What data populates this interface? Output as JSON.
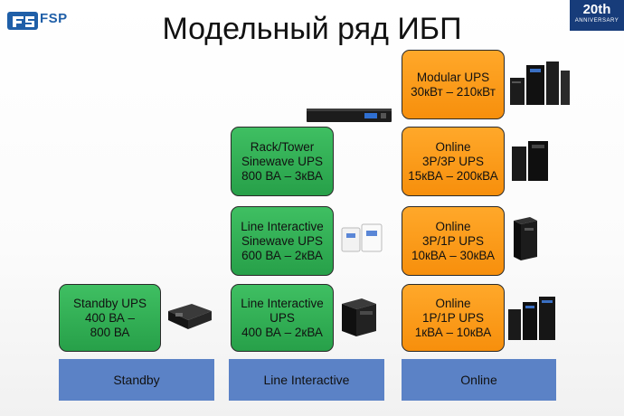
{
  "header": {
    "logo_text": "FSP",
    "anniversary_number": "20th",
    "anniversary_word": "ANNIVERSARY",
    "title": "Модельный ряд ИБП"
  },
  "boxes": {
    "standby_ups": "Standby UPS\n400 ВА –\n800 ВА",
    "line_interactive_ups": "Line Interactive\nUPS\n400 ВА – 2кВА",
    "line_interactive_sinewave": "Line Interactive\nSinewave UPS\n600 ВА – 2кВА",
    "rack_tower": "Rack/Tower\nSinewave UPS\n800 ВА – 3кВА",
    "online_1p1p": "Online\n1P/1P UPS\n1кВА – 10кВА",
    "online_3p1p": "Online\n3P/1P UPS\n10кВА – 30кВА",
    "online_3p3p": "Online\n3P/3P UPS\n15кВА – 200кВА",
    "modular": "Modular UPS\n30кВт – 210кВт"
  },
  "categories": {
    "standby": "Standby",
    "line_interactive": "Line Interactive",
    "online": "Online"
  },
  "colors": {
    "green": "#2eaa50",
    "orange": "#f89a18",
    "category_blue": "#5b82c6",
    "brand_blue": "#1f5fa8"
  }
}
